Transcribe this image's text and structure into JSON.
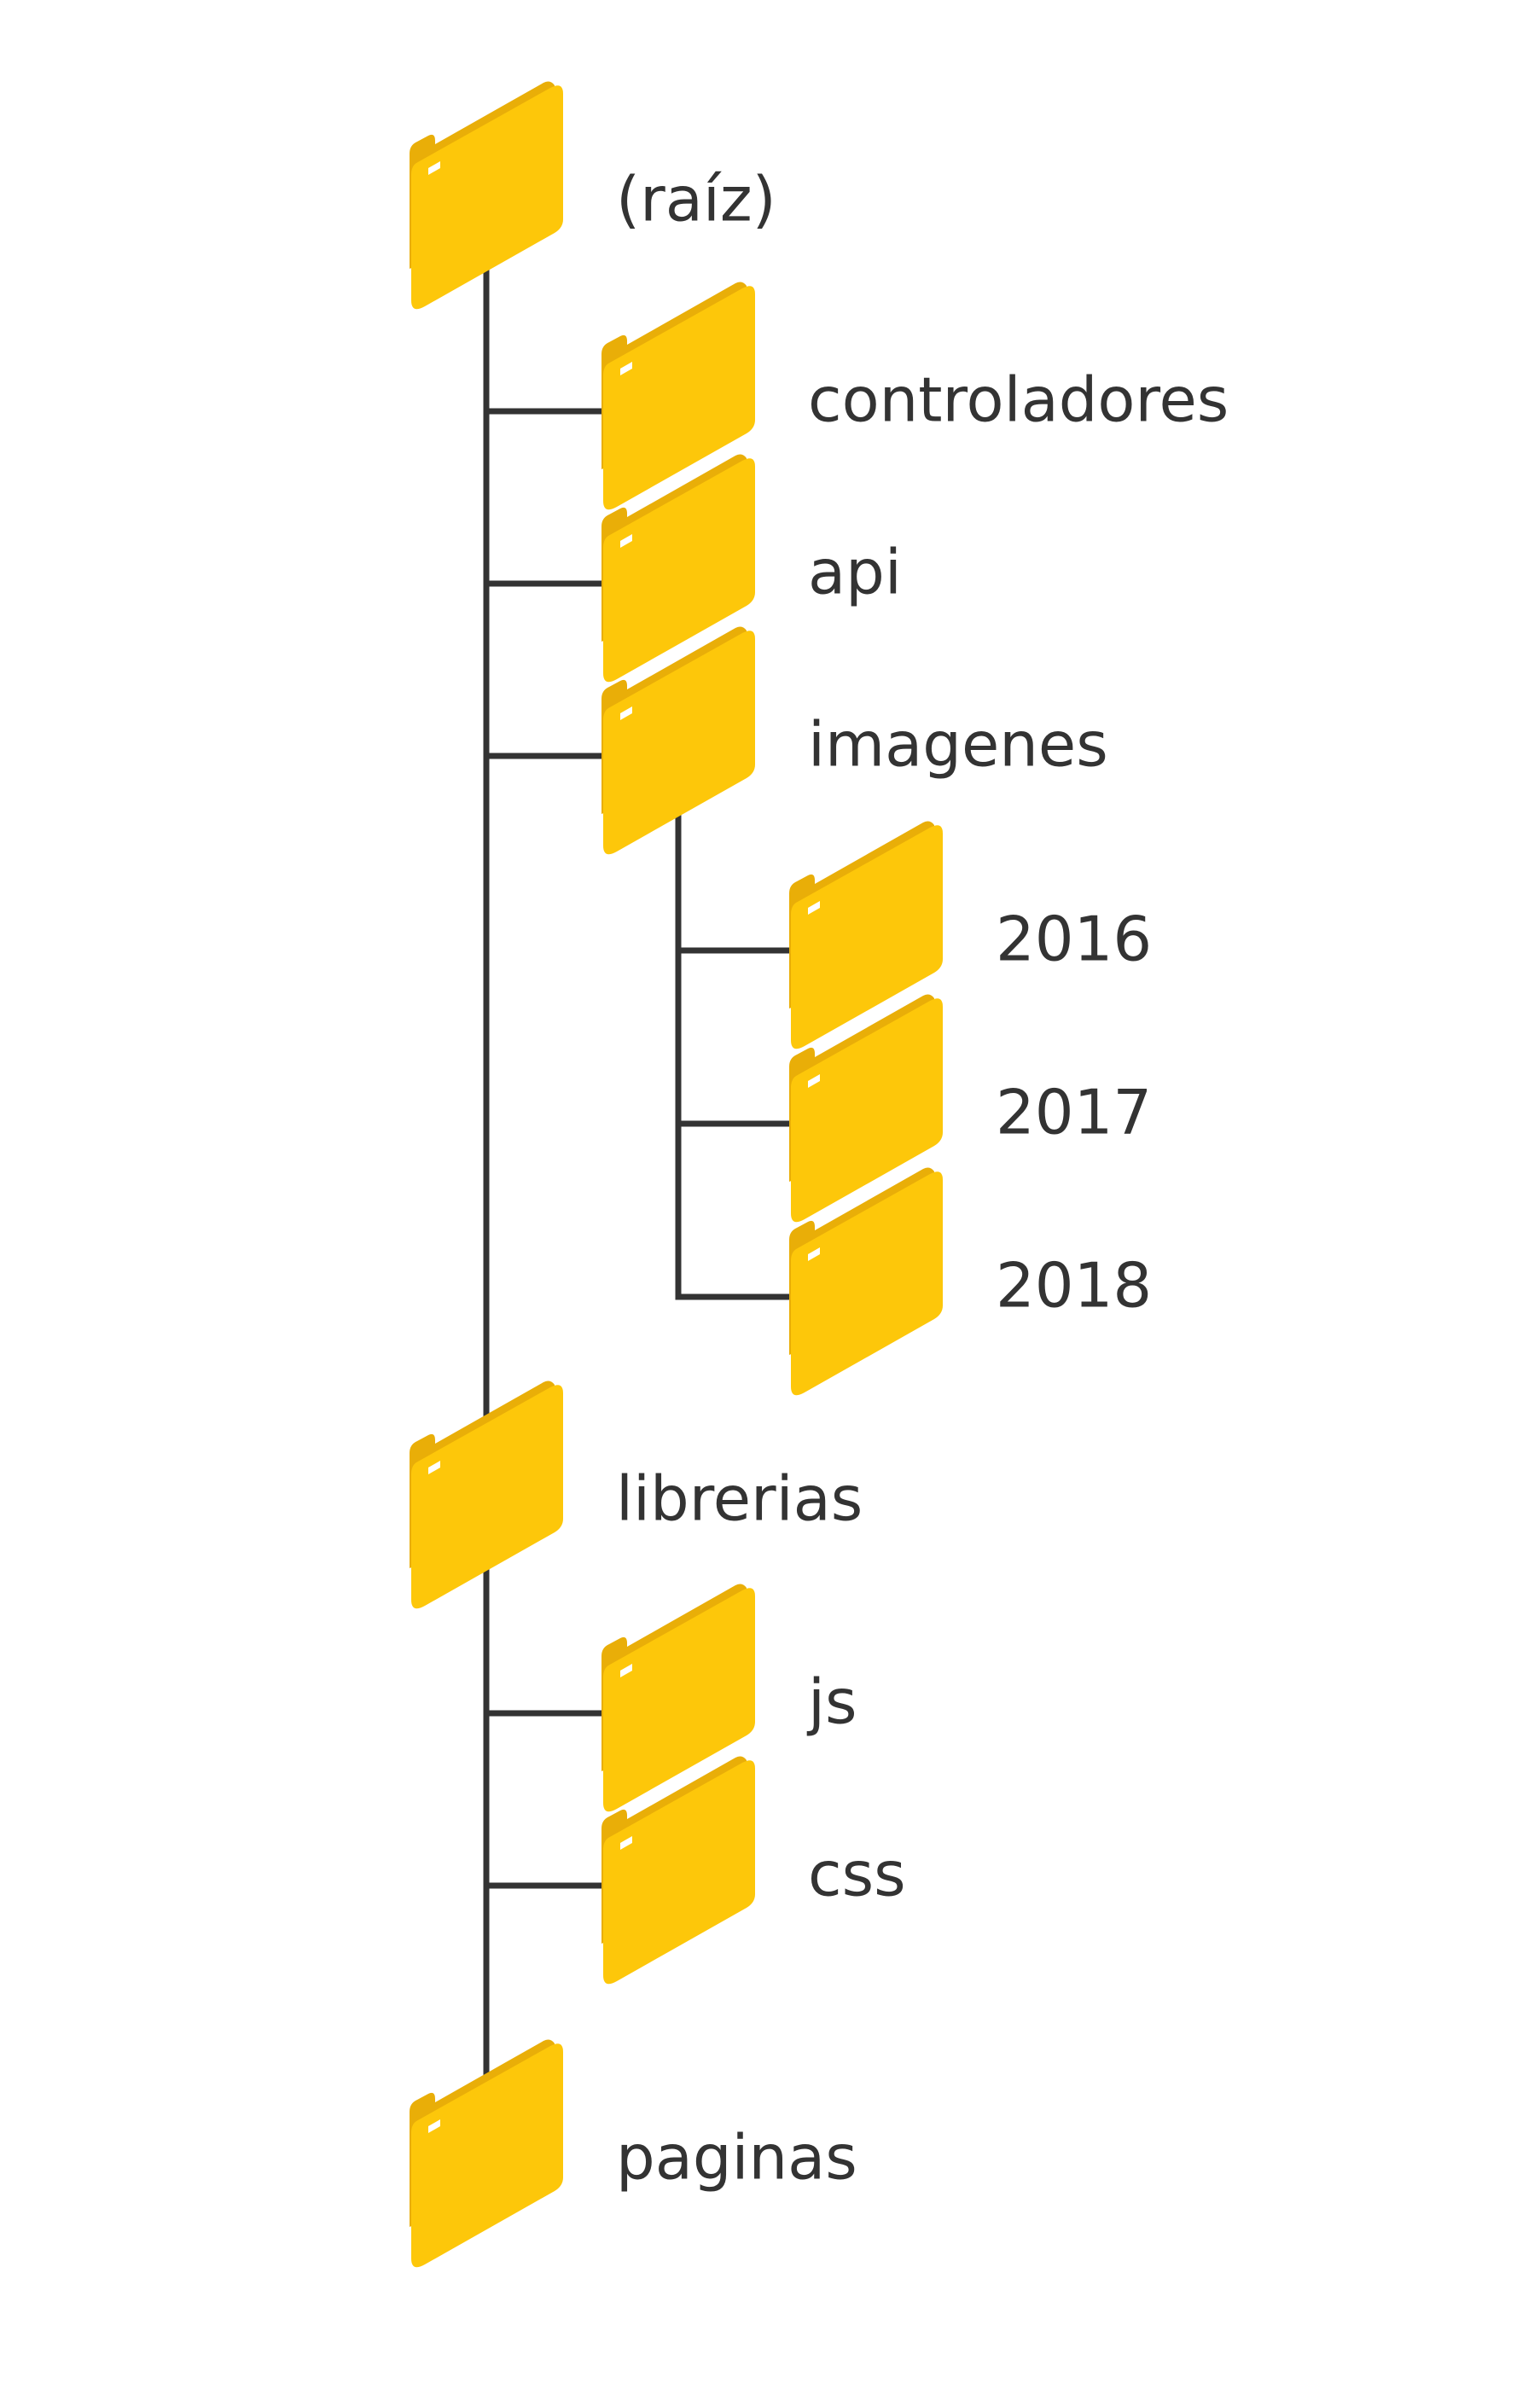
{
  "colors": {
    "folder_face": "#FDC70A",
    "folder_edge": "#E9AE08",
    "folder_tab_marker": "#FFFFFF",
    "connector": "#333333",
    "label_text": "#333333",
    "background": "#FFFFFF"
  },
  "icon": "folder-icon",
  "tree": [
    {
      "id": "raiz",
      "label": "(raíz)",
      "depth": 0,
      "parent": null
    },
    {
      "id": "controladores",
      "label": "controladores",
      "depth": 1,
      "parent": "raiz"
    },
    {
      "id": "api",
      "label": "api",
      "depth": 1,
      "parent": "raiz"
    },
    {
      "id": "imagenes",
      "label": "imagenes",
      "depth": 1,
      "parent": "raiz"
    },
    {
      "id": "2016",
      "label": "2016",
      "depth": 2,
      "parent": "imagenes"
    },
    {
      "id": "2017",
      "label": "2017",
      "depth": 2,
      "parent": "imagenes"
    },
    {
      "id": "2018",
      "label": "2018",
      "depth": 2,
      "parent": "imagenes"
    },
    {
      "id": "librerias",
      "label": "librerias",
      "depth": 0,
      "parent": "raiz"
    },
    {
      "id": "js",
      "label": "js",
      "depth": 1,
      "parent": "librerias"
    },
    {
      "id": "css",
      "label": "css",
      "depth": 1,
      "parent": "librerias"
    },
    {
      "id": "paginas",
      "label": "paginas",
      "depth": 0,
      "parent": "raiz"
    }
  ]
}
